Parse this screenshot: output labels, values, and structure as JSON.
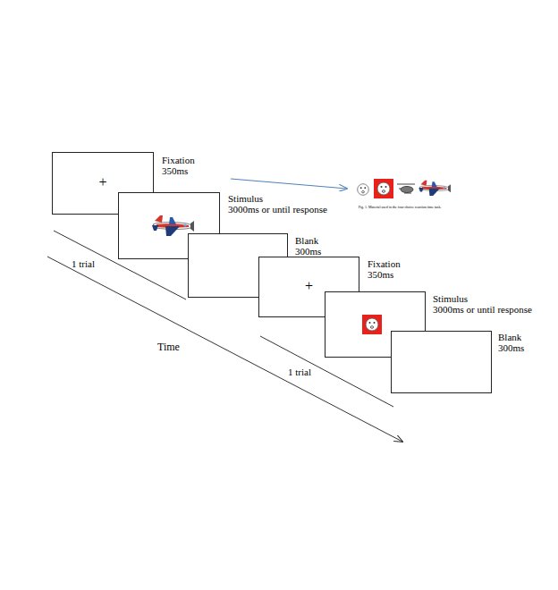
{
  "diagram": {
    "nodes": [
      {
        "text": [
          "Fixation",
          "350ms",
          "+"
        ]
      },
      {
        "text": [
          "Stimulus",
          "3000ms or until response"
        ]
      },
      {
        "text": [
          "Blank",
          "300ms"
        ]
      },
      {
        "text": [
          "Fixation",
          "350ms",
          "+"
        ]
      },
      {
        "text": [
          "Stimulus",
          "3000ms or until response"
        ]
      },
      {
        "text": [
          "Blank",
          "300ms"
        ]
      }
    ],
    "labels": [
      "1 trial",
      "1 trial",
      "Time",
      "Fig. 1. Material used in the four choice reaction time task."
    ]
  }
}
